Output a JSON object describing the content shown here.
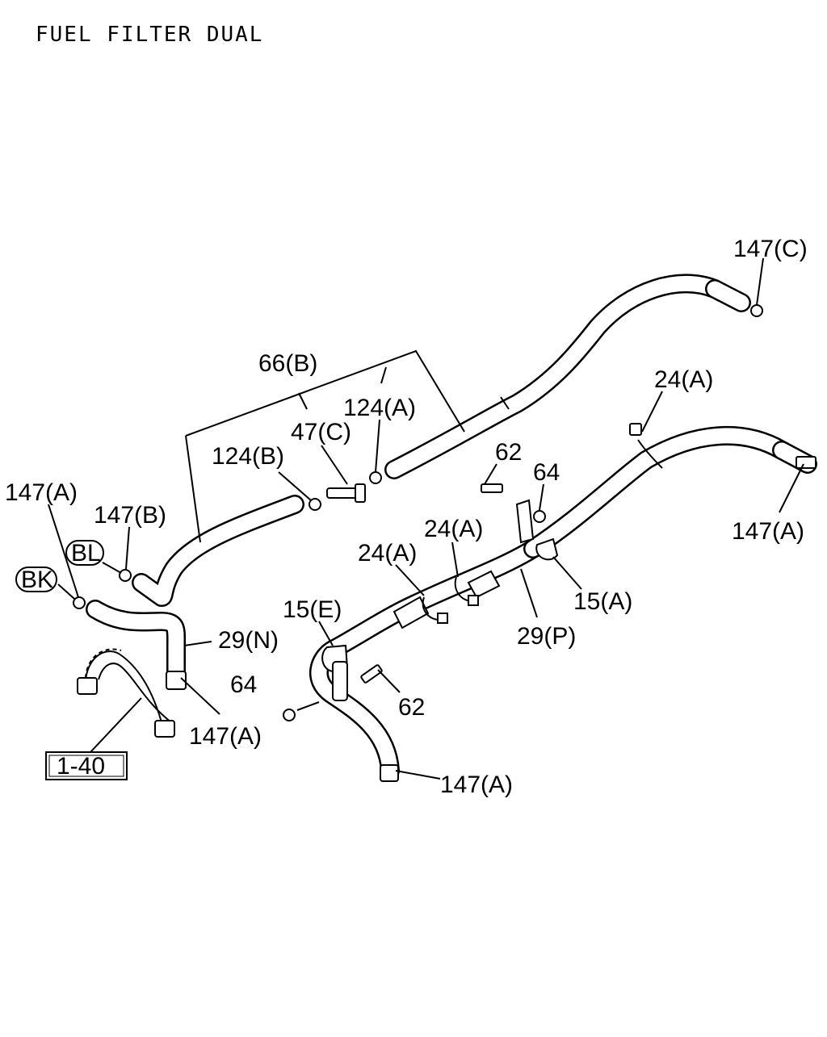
{
  "title": "FUEL FILTER DUAL",
  "callouts": {
    "c147C": "147(C)",
    "c66B": "66(B)",
    "c47C": "47(C)",
    "c124A": "124(A)",
    "c124B": "124(B)",
    "c62_top": "62",
    "c64_top": "64",
    "c24A_right": "24(A)",
    "c147A_right": "147(A)",
    "c24A_mid": "24(A)",
    "c24A_left": "24(A)",
    "c15A": "15(A)",
    "c29P": "29(P)",
    "c15E": "15(E)",
    "c64_low": "64",
    "c62_low": "62",
    "c147A_low": "147(A)",
    "c147A_left": "147(A)",
    "c147B": "147(B)",
    "c29N": "29(N)",
    "c147A_bottom_left": "147(A)",
    "tag_BL": "BL",
    "tag_BK": "BK",
    "ref_box": "1-40"
  }
}
